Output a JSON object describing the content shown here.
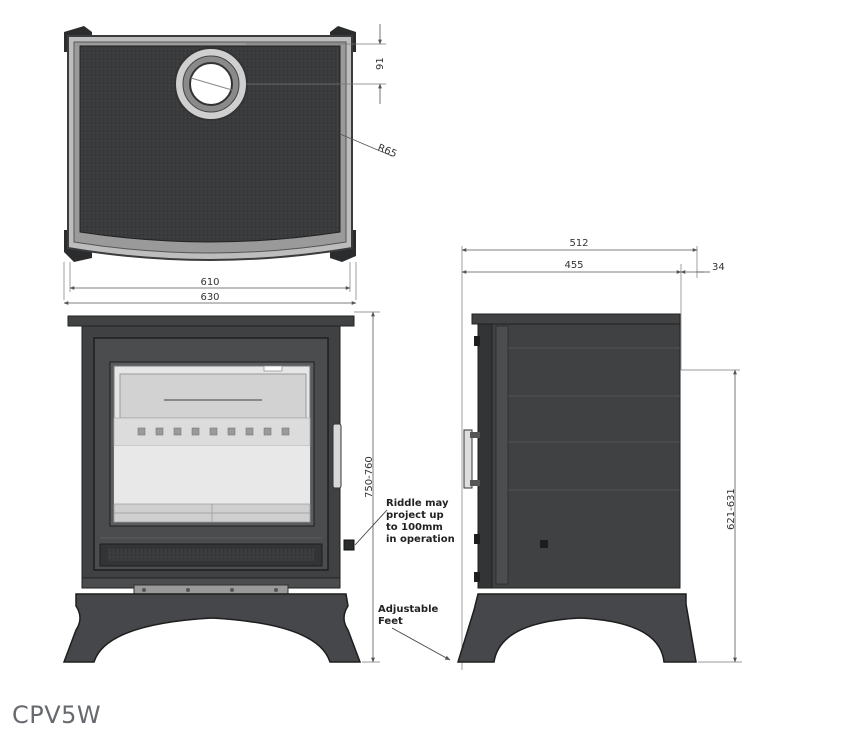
{
  "model_name": "CPV5W",
  "top_view": {
    "dim_flue_offset": "91",
    "dim_radius": "R65"
  },
  "front_view": {
    "dim_inner_width": "610",
    "dim_outer_width": "630",
    "dim_height": "750-760",
    "riddle_note": [
      "Riddle may",
      "project up",
      "to 100mm",
      "in operation"
    ]
  },
  "side_view": {
    "dim_total_depth": "512",
    "dim_body_depth": "455",
    "dim_rear_offset": "34",
    "dim_flue_height": "621-631",
    "feet_note": [
      "Adjustable",
      "Feet"
    ]
  },
  "colors": {
    "stove_dark": "#3c3e3f",
    "stove_mid": "#5a5c5e",
    "glass_light": "#e8e8e8",
    "dim_line": "#666666"
  }
}
